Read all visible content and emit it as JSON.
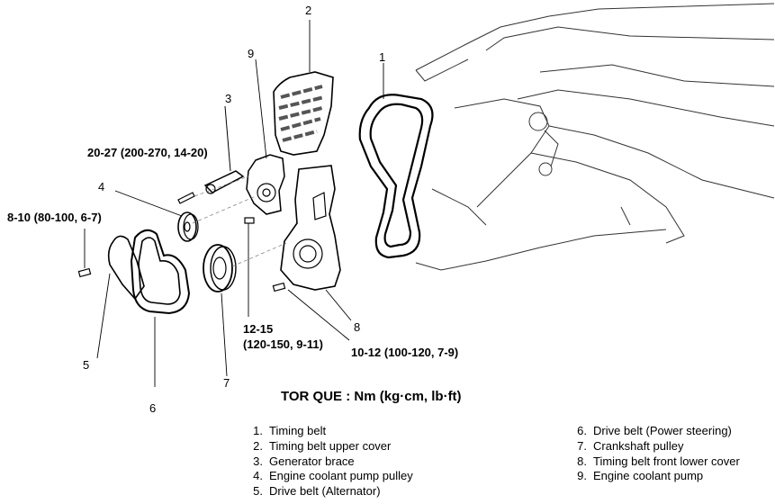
{
  "callouts": {
    "n1": "1",
    "n2": "2",
    "n3": "3",
    "n4": "4",
    "n5": "5",
    "n6": "6",
    "n7": "7",
    "n8": "8",
    "n9": "9"
  },
  "torques": {
    "t1": "20-27 (200-270, 14-20)",
    "t2": "8-10 (80-100, 6-7)",
    "t3_line1": "12-15",
    "t3_line2": "(120-150, 9-11)",
    "t4": "10-12 (100-120, 7-9)"
  },
  "title": "TOR QUE : Nm (kg·cm, lb·ft)",
  "legend": {
    "left": [
      {
        "num": "1.",
        "text": "Timing belt"
      },
      {
        "num": "2.",
        "text": "Timing belt upper cover"
      },
      {
        "num": "3.",
        "text": "Generator brace"
      },
      {
        "num": "4.",
        "text": "Engine coolant pump pulley"
      },
      {
        "num": "5.",
        "text": "Drive belt (Alternator)"
      }
    ],
    "right": [
      {
        "num": "6.",
        "text": "Drive belt (Power steering)"
      },
      {
        "num": "7.",
        "text": "Crankshaft pulley"
      },
      {
        "num": "8.",
        "text": "Timing belt front lower cover"
      },
      {
        "num": "9.",
        "text": "Engine coolant pump"
      }
    ]
  }
}
